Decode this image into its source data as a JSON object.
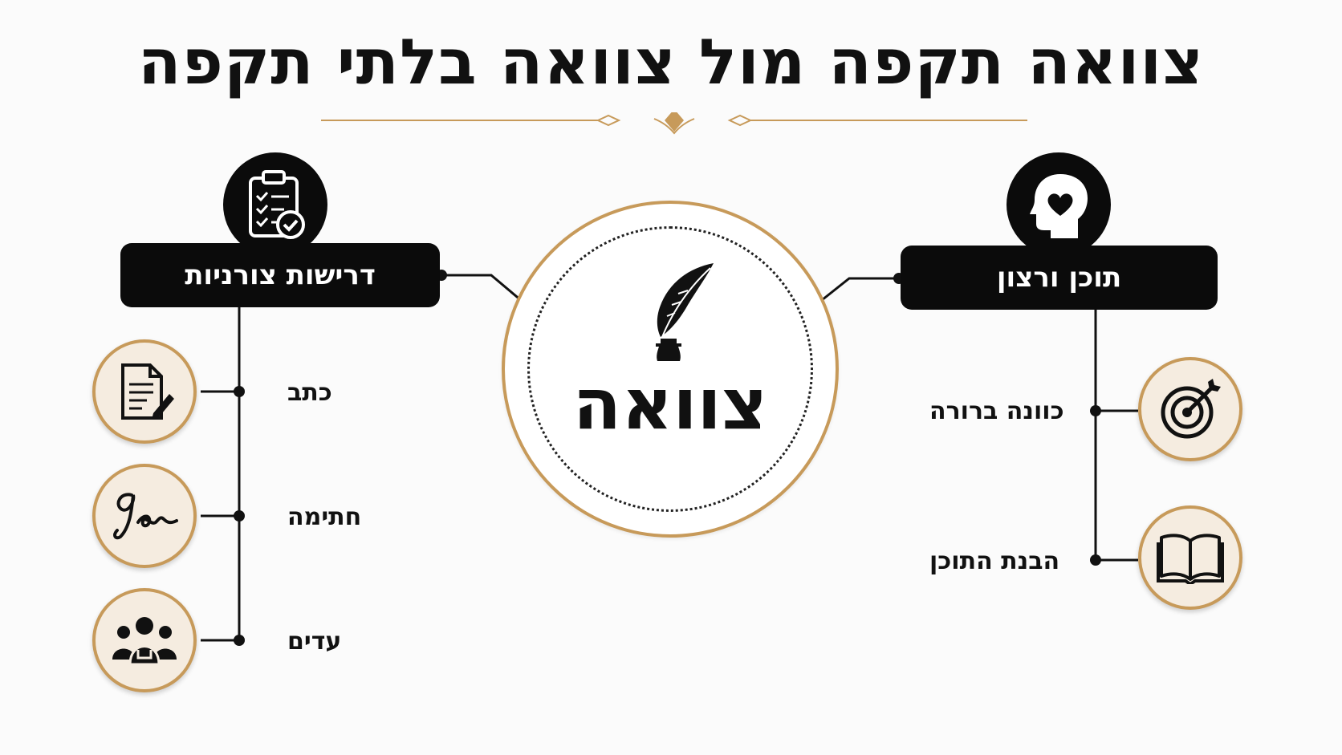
{
  "title": "צוואה תקפה מול צוואה בלתי תקפה",
  "center": {
    "label": "צוואה",
    "icon": "quill-and-inkwell-icon"
  },
  "left_branch": {
    "header": "דרישות צורניות",
    "header_icon": "clipboard-checklist-icon",
    "items": [
      {
        "label": "כתב",
        "icon": "document-pencil-icon"
      },
      {
        "label": "חתימה",
        "icon": "signature-icon"
      },
      {
        "label": "עדים",
        "icon": "people-group-icon"
      }
    ]
  },
  "right_branch": {
    "header": "תוכן ורצון",
    "header_icon": "head-heart-icon",
    "items": [
      {
        "label": "כוונה ברורה",
        "icon": "target-arrow-icon"
      },
      {
        "label": "הבנת התוכן",
        "icon": "open-book-icon"
      }
    ]
  },
  "colors": {
    "accent_gold": "#c79a5a",
    "dark": "#0b0b0b",
    "item_bg": "#f5ece0"
  }
}
